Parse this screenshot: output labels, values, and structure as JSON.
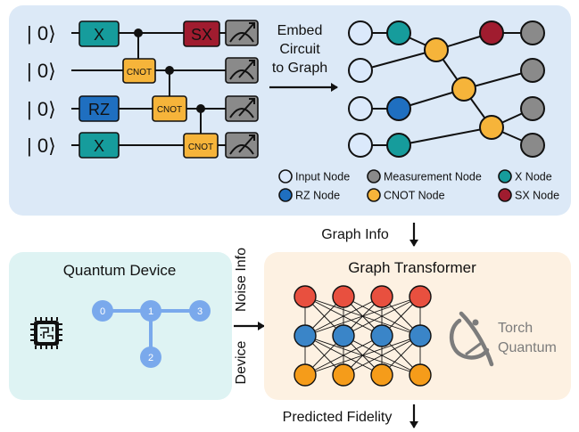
{
  "circuit": {
    "ket": "| 0⟩",
    "gates": {
      "x": "X",
      "sx": "SX",
      "rz": "RZ",
      "cnot": "CNOT"
    }
  },
  "embed": {
    "lines": [
      "Embed",
      "Circuit",
      "to Graph"
    ]
  },
  "legend": [
    {
      "label": "Input Node",
      "color": "#dbe9fb"
    },
    {
      "label": "Measurement Node",
      "color": "#8a8a8a"
    },
    {
      "label": "X Node",
      "color": "#169c9c"
    },
    {
      "label": "RZ Node",
      "color": "#1f6fc0"
    },
    {
      "label": "CNOT Node",
      "color": "#f6b43a"
    },
    {
      "label": "SX Node",
      "color": "#a01c2f"
    }
  ],
  "graph_info": "Graph Info",
  "quantum_device": {
    "title": "Quantum Device",
    "qubits": [
      "0",
      "1",
      "2",
      "3"
    ]
  },
  "side_label": {
    "device": "Device",
    "noise": "Noise Info"
  },
  "transformer": {
    "title": "Graph Transformer"
  },
  "torch_quantum": {
    "line1": "Torch",
    "line2": "Quantum"
  },
  "predicted": "Predicted Fidelity",
  "colors": {
    "top_panel": "#dce9f7",
    "device_panel": "#def3f3",
    "transformer_panel": "#fdf1e2",
    "x_gate": "#169c9c",
    "sx_gate": "#a01c2f",
    "rz_gate": "#1f6fc0",
    "cnot_gate": "#f6b43a",
    "measure": "#8a8a8a",
    "nn_red": "#e8503f",
    "nn_blue": "#3a85c8",
    "nn_orange": "#f59c1a",
    "qubit_blue": "#7aa9ec"
  }
}
